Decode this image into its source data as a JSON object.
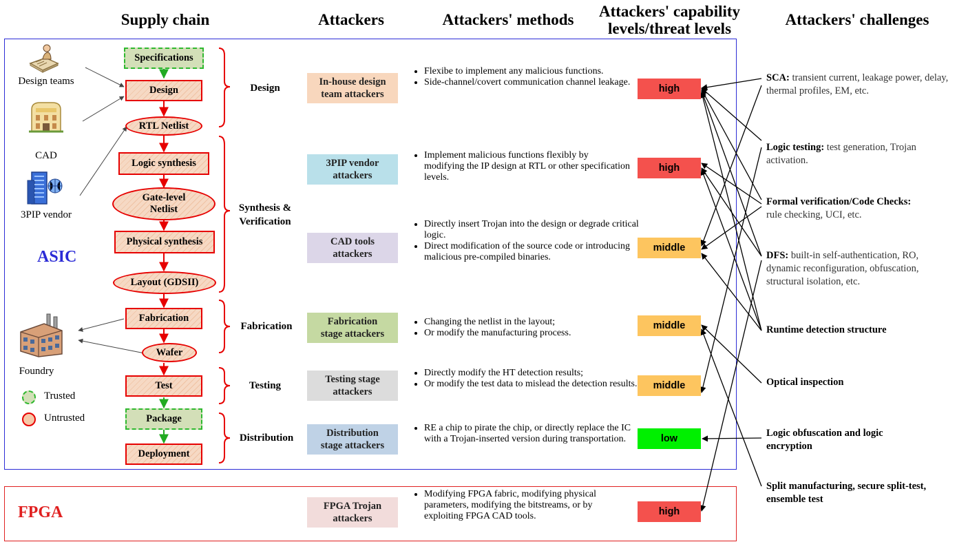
{
  "headers": {
    "supply_chain": "Supply chain",
    "attackers": "Attackers",
    "methods": "Attackers' methods",
    "capability": "Attackers' capability levels/threat levels",
    "challenges": "Attackers' challenges"
  },
  "asic_label": "ASIC",
  "fpga_label": "FPGA",
  "icons": {
    "design_teams": "Design teams",
    "cad": "CAD",
    "vendor": "3PIP vendor",
    "foundry": "Foundry"
  },
  "legend": {
    "trusted": "Trusted",
    "untrusted": "Untrusted"
  },
  "supply_chain": {
    "specifications": "Specifications",
    "design": "Design",
    "rtl_netlist": "RTL Netlist",
    "logic_synthesis": "Logic synthesis",
    "gate_level_netlist_1": "Gate-level",
    "gate_level_netlist_2": "Netlist",
    "physical_synthesis": "Physical synthesis",
    "layout": "Layout (GDSII)",
    "fabrication": "Fabrication",
    "wafer": "Wafer",
    "test": "Test",
    "package": "Package",
    "deployment": "Deployment"
  },
  "stages": {
    "design": "Design",
    "synthesis_1": "Synthesis &",
    "synthesis_2": "Verification",
    "fabrication": "Fabrication",
    "testing": "Testing",
    "distribution": "Distribution"
  },
  "attackers": {
    "inhouse_1": "In-house design",
    "inhouse_2": "team attackers",
    "vendor_1": "3PIP vendor",
    "vendor_2": "attackers",
    "cad_1": "CAD tools",
    "cad_2": "attackers",
    "fab_1": "Fabrication",
    "fab_2": "stage attackers",
    "test_1": "Testing stage",
    "test_2": "attackers",
    "dist_1": "Distribution",
    "dist_2": "stage attackers",
    "fpga_1": "FPGA Trojan",
    "fpga_2": "attackers"
  },
  "methods": {
    "inhouse": [
      "Flexibe to implement any malicious functions.",
      "Side-channel/covert communication channel leakage."
    ],
    "vendor": [
      "Implement malicious functions flexibly by modifying the IP design at RTL or other specification levels."
    ],
    "cad": [
      "Directly insert Trojan into the design or degrade critical logic.",
      "Direct modification of the source code or introducing malicious pre-compiled binaries."
    ],
    "fab": [
      "Changing the netlist in the layout;",
      "Or modify the manufacturing process."
    ],
    "test": [
      "Directly modify the HT detection results;",
      "Or modify the test data to mislead the detection results."
    ],
    "dist": [
      "RE a chip to pirate the chip, or directly replace the IC with a Trojan-inserted version during transportation."
    ],
    "fpga": [
      "Modifying FPGA fabric, modifying physical parameters, modifying the bitstreams, or by exploiting FPGA CAD tools."
    ]
  },
  "levels": {
    "inhouse": "high",
    "vendor": "high",
    "cad": "middle",
    "fab": "middle",
    "test": "middle",
    "dist": "low",
    "fpga": "high"
  },
  "challenges": {
    "sca_lead": "SCA:",
    "sca_rest": " transient current, leakage power, delay, thermal profiles, EM, etc.",
    "logic_lead": "Logic testing:",
    "logic_rest": " test generation, Trojan activation.",
    "formal_lead": "Formal verification/Code Checks:",
    "formal_rest": "rule checking, UCI, etc.",
    "dfs_lead": "DFS:",
    "dfs_rest": " built-in self-authentication, RO, dynamic reconfiguration, obfuscation, structural isolation, etc.",
    "runtime": "Runtime detection structure",
    "optical": "Optical inspection",
    "obfuscation": "Logic obfuscation and logic encryption",
    "split": "Split manufacturing, secure split-test, ensemble test"
  },
  "colors": {
    "high": "#f4514d",
    "middle": "#fdc55f",
    "low": "#00f000",
    "asic_border": "#2b2bd6",
    "fpga_border": "#e02020",
    "untrusted_border": "#e60000",
    "trusted_border": "#2eb82e",
    "attacker_inhouse": "#f8d7bd",
    "attacker_vendor": "#b9e0ea",
    "attacker_cad": "#dcd6e8",
    "attacker_fab": "#c5d9a2",
    "attacker_test": "#dcdcdc",
    "attacker_dist": "#bfd2e6",
    "attacker_fpga": "#f2dcdb"
  }
}
